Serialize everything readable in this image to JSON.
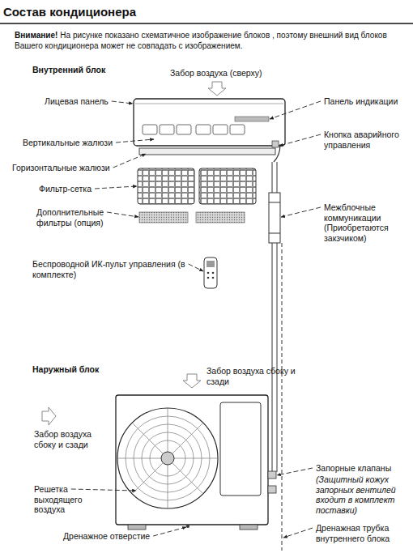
{
  "diagram": {
    "title": "Состав кондиционера",
    "labels": [
      "Внимание!",
      "На рисунке показано схематичное изображение блоков , поэтому внешний вид блоков Вашего кондиционера может не совпадать с изображением.",
      "Внутренний блок",
      "Забор воздуха (сверху)",
      "Лицевая панель",
      "Панель индикации",
      "Вертикальные жалюзи",
      "Кнопка аварийного управления",
      "Горизонтальные жалюзи",
      "Фильтр-сетка",
      "Дополнительные фильтры (опция)",
      "Межблочные коммуникации (Приобретаются закзчиком)",
      "Беспроводной ИК-пульт управления (в комплекте)",
      "Наружный блок",
      "Забор воздуха сбоку и сзади",
      "Забор воздуха сбоку и сзади",
      "Решетка выходящего воздуха",
      "Дренажное отверстие",
      "Запорные клапаны",
      "(Защитный кожух запорных вентилей входит в комплект поставки)",
      "Дренажная трубка внутреннего блока"
    ]
  }
}
